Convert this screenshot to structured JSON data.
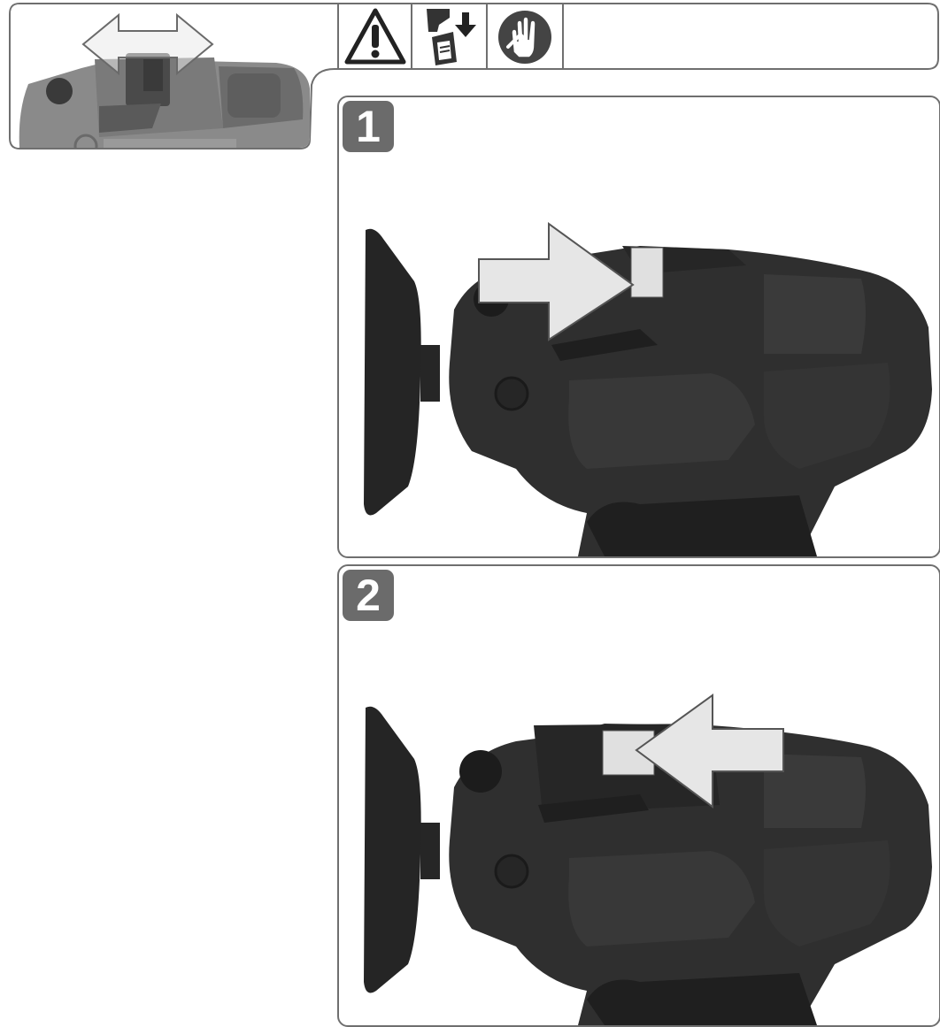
{
  "header": {
    "icons": [
      "warning-icon",
      "remove-battery-icon",
      "wear-gloves-icon"
    ]
  },
  "steps": [
    {
      "number": "1",
      "arrow_direction": "right"
    },
    {
      "number": "2",
      "arrow_direction": "left"
    }
  ],
  "colors": {
    "frame": "#6f6f6f",
    "tool_body": "#2f2f2f",
    "tool_dark": "#1f1f1f",
    "badge": "#6b6b6b",
    "arrow_fill": "#e6e6e6"
  }
}
